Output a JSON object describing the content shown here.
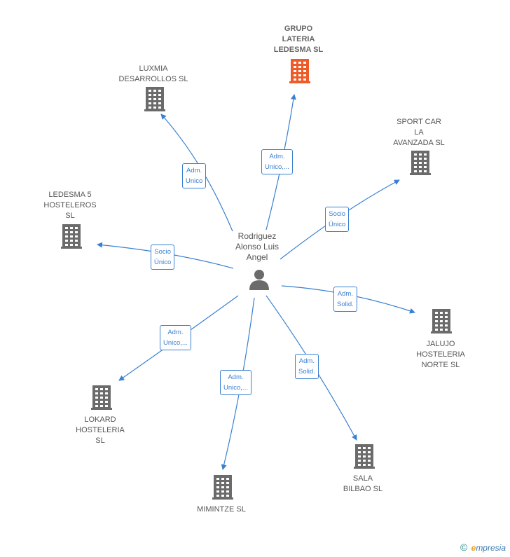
{
  "center": {
    "label": "Rodriguez\nAlonso Luis\nAngel",
    "icon": "person-icon"
  },
  "nodes": [
    {
      "id": "grupo",
      "label": "GRUPO\nLATERIA\nLEDESMA  SL",
      "highlight": true,
      "color": "#ee5a28",
      "icon": "building-icon"
    },
    {
      "id": "luxmia",
      "label": "LUXMIA\nDESARROLLOS SL",
      "highlight": false,
      "color": "#6b6b6b",
      "icon": "building-icon"
    },
    {
      "id": "sportcar",
      "label": "SPORT CAR\nLA\nAVANZADA  SL",
      "highlight": false,
      "color": "#6b6b6b",
      "icon": "building-icon"
    },
    {
      "id": "ledesma5",
      "label": "LEDESMA 5\nHOSTELEROS\nSL",
      "highlight": false,
      "color": "#6b6b6b",
      "icon": "building-icon"
    },
    {
      "id": "jalujo",
      "label": "JALUJO\nHOSTELERIA\nNORTE  SL",
      "highlight": false,
      "color": "#6b6b6b",
      "icon": "building-icon"
    },
    {
      "id": "lokard",
      "label": "LOKARD\nHOSTELERIA\nSL",
      "highlight": false,
      "color": "#6b6b6b",
      "icon": "building-icon"
    },
    {
      "id": "mimintze",
      "label": "MIMINTZE SL",
      "highlight": false,
      "color": "#6b6b6b",
      "icon": "building-icon"
    },
    {
      "id": "sala",
      "label": "SALA\nBILBAO  SL",
      "highlight": false,
      "color": "#6b6b6b",
      "icon": "building-icon"
    }
  ],
  "edges": [
    {
      "to": "grupo",
      "label": "Adm.\nUnico,..."
    },
    {
      "to": "luxmia",
      "label": "Adm.\nUnico"
    },
    {
      "to": "sportcar",
      "label": "Socio\nÚnico"
    },
    {
      "to": "ledesma5",
      "label": "Socio\nÚnico"
    },
    {
      "to": "jalujo",
      "label": "Adm.\nSolid."
    },
    {
      "to": "lokard",
      "label": "Adm.\nUnico,..."
    },
    {
      "to": "mimintze",
      "label": "Adm.\nUnico,..."
    },
    {
      "to": "sala",
      "label": "Adm.\nSolid."
    }
  ],
  "footer": {
    "copyright": "©",
    "brand_initial": "e",
    "brand_rest": "mpresia"
  },
  "colors": {
    "edge": "#3a80d0",
    "highlight": "#ee5a28",
    "building": "#6b6b6b"
  }
}
